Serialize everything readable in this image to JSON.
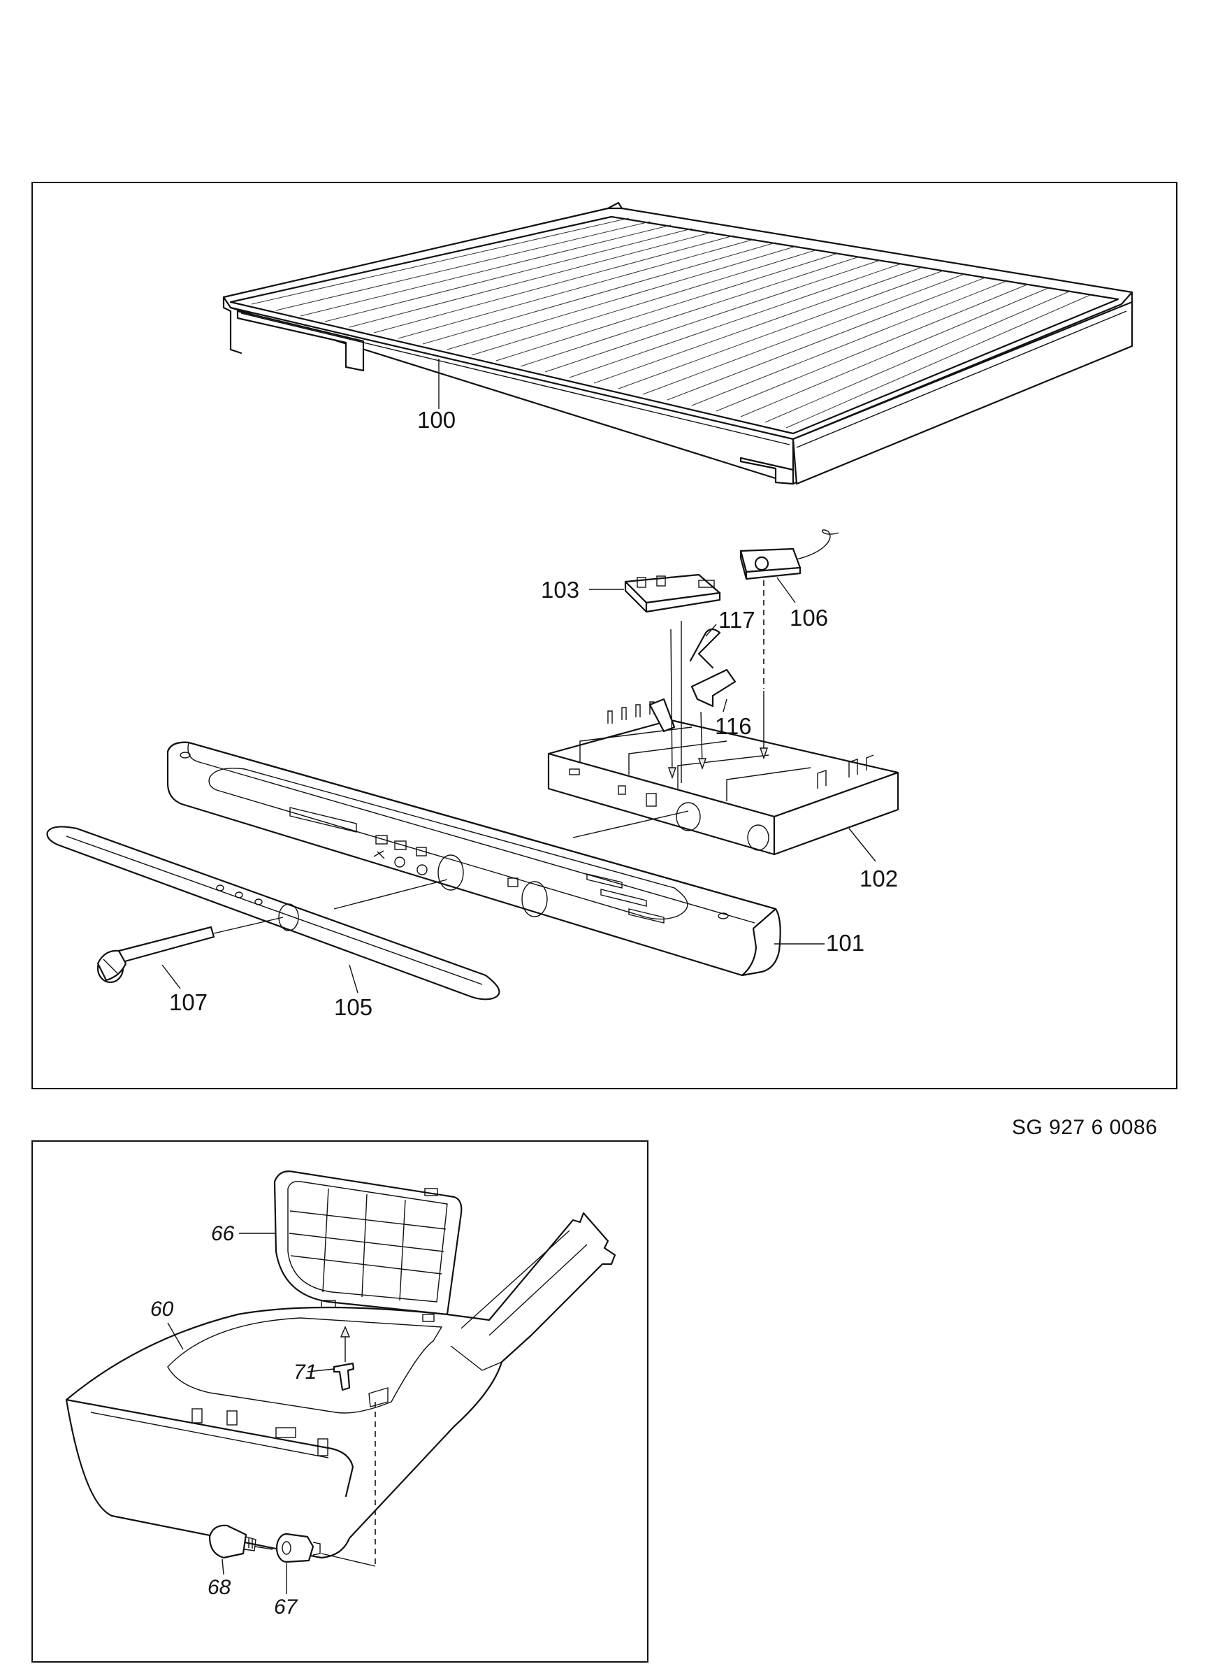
{
  "document_code": "SG  927 6 0086",
  "top_figure": {
    "labels": {
      "p100": "100",
      "p101": "101",
      "p102": "102",
      "p103": "103",
      "p105": "105",
      "p106": "106",
      "p107": "107",
      "p116": "116",
      "p117": "117"
    }
  },
  "bottom_figure": {
    "labels": {
      "p60": "60",
      "p66": "66",
      "p67": "67",
      "p68": "68",
      "p71": "71"
    }
  }
}
